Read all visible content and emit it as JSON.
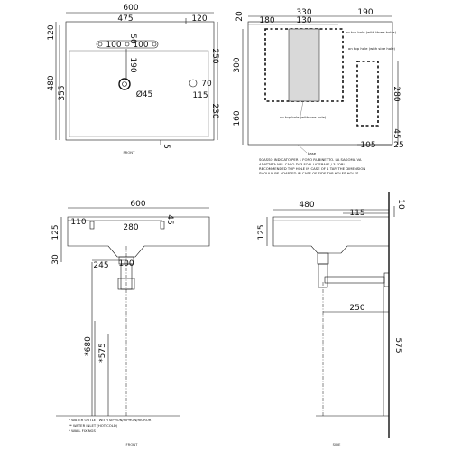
{
  "front_top": {
    "caption": "FRONT",
    "dims": {
      "w600": "600",
      "w475": "475",
      "w120": "120",
      "h120": "120",
      "h480": "480",
      "h355": "355",
      "c100l": "100",
      "c100r": "100",
      "c50": "50",
      "c190": "190",
      "r250": "250",
      "r70": "70",
      "r115": "115",
      "r230": "230",
      "dia45": "Ø45",
      "b5": "5"
    }
  },
  "top_view": {
    "dims": {
      "t20": "20",
      "t330": "330",
      "t190": "190",
      "t180": "180",
      "t130": "130",
      "l300": "300",
      "l160": "160",
      "r280": "280",
      "r45": "45",
      "b105": "105",
      "b25": "25"
    },
    "labels": {
      "three_holes": "on top hole (with three holes)",
      "side_holes": "on top hole (with side hole)",
      "one_hole": "on top hole (with one hole)",
      "base": "base"
    },
    "notes": [
      "SCASSO INDICATO PER 1 FORO RUBINETTO. LA SAGOMA VA",
      "ADATTATA NEL CASO DI 3 FORI LATERALE / 3 FORI",
      "RECOMMENDED TOP HOLE IN CASE OF 1 TAP. THE DIMENSION",
      "SHOULD BE ADAPTED IN CASE OF SIDE TAP HOLES HOLES."
    ]
  },
  "front_install": {
    "caption": "FRONT",
    "dims": {
      "w600": "600",
      "d110": "110",
      "d280": "280",
      "d45": "45",
      "h125": "125",
      "h30": "30",
      "d245": "245",
      "d100": "100",
      "h680": "*680",
      "h575": "*575"
    },
    "legend": [
      "* WATER OUTLET WITH SIPHON/SIPHON/RIGROR",
      "** WATER INLET (HOT-COLD)",
      "* WALL FIXINGS"
    ]
  },
  "side_install": {
    "caption": "SIDE",
    "dims": {
      "w480": "480",
      "d115": "115",
      "d10": "10",
      "h125": "125",
      "d250": "250",
      "h575": "575"
    }
  }
}
